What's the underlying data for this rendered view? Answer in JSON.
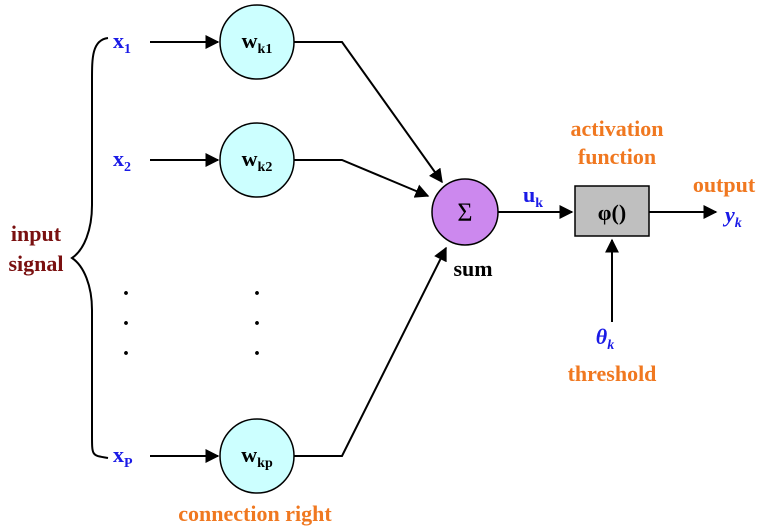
{
  "inputs": {
    "x1": {
      "base": "x",
      "sub": "1"
    },
    "x2": {
      "base": "x",
      "sub": "2"
    },
    "xp": {
      "base": "x",
      "sub": "P"
    }
  },
  "weights": {
    "w1": {
      "base": "w",
      "sub": "k1"
    },
    "w2": {
      "base": "w",
      "sub": "k2"
    },
    "wp": {
      "base": "w",
      "sub": "kp"
    }
  },
  "labels": {
    "input_signal_1": "input",
    "input_signal_2": "signal",
    "connection_right": "connection right",
    "sum_symbol": "Σ",
    "sum_label": "sum",
    "activation_1": "activation",
    "activation_2": "function",
    "activation_box": "φ()",
    "output": "output",
    "threshold": "threshold",
    "ellipsis_dot": "."
  },
  "signals": {
    "u": {
      "base": "u",
      "sub": "k"
    },
    "y": {
      "base": "y",
      "sub": "k"
    },
    "theta": {
      "base": "θ",
      "sub": "k"
    }
  },
  "colors": {
    "input_text": "#1a1ae6",
    "label_orange": "#f07820",
    "label_maroon": "#7a1010",
    "weight_fill": "#ccffff",
    "sum_fill": "#cc88ee",
    "box_fill": "#bfbfbf",
    "stroke": "#000000"
  }
}
